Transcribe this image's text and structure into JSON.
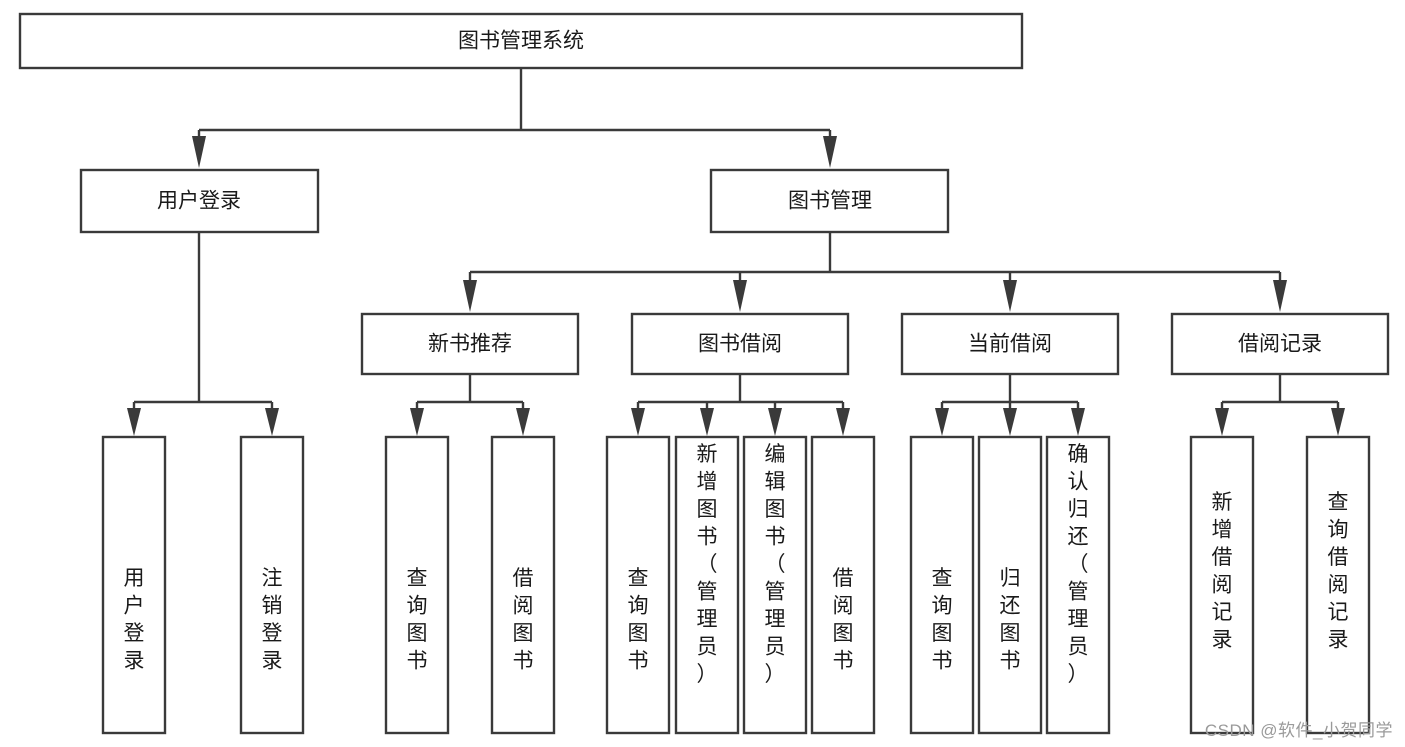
{
  "diagram": {
    "title": "图书管理系统",
    "type": "tree",
    "watermark": "CSDN @软件_小贺同学",
    "colors": {
      "stroke": "#3a3a3a",
      "fill": "#ffffff",
      "text": "#1a1a1a",
      "watermark": "#9a9a9a",
      "background": "#ffffff"
    },
    "root": {
      "label": "图书管理系统"
    },
    "level2": [
      {
        "label": "用户登录"
      },
      {
        "label": "图书管理"
      }
    ],
    "level3": [
      {
        "label": "新书推荐"
      },
      {
        "label": "图书借阅"
      },
      {
        "label": "当前借阅"
      },
      {
        "label": "借阅记录"
      }
    ],
    "leaves": {
      "user_login": [
        {
          "label": "用户登录"
        },
        {
          "label": "注销登录"
        }
      ],
      "new_book_recommend": [
        {
          "label": "查询图书"
        },
        {
          "label": "借阅图书"
        }
      ],
      "book_borrow": [
        {
          "label": "查询图书"
        },
        {
          "label": "新增图书（管理员）"
        },
        {
          "label": "编辑图书（管理员）"
        },
        {
          "label": "借阅图书"
        }
      ],
      "current_borrow": [
        {
          "label": "查询图书"
        },
        {
          "label": "归还图书"
        },
        {
          "label": "确认归还（管理员）"
        }
      ],
      "borrow_record": [
        {
          "label": "新增借阅记录"
        },
        {
          "label": "查询借阅记录"
        }
      ]
    }
  }
}
